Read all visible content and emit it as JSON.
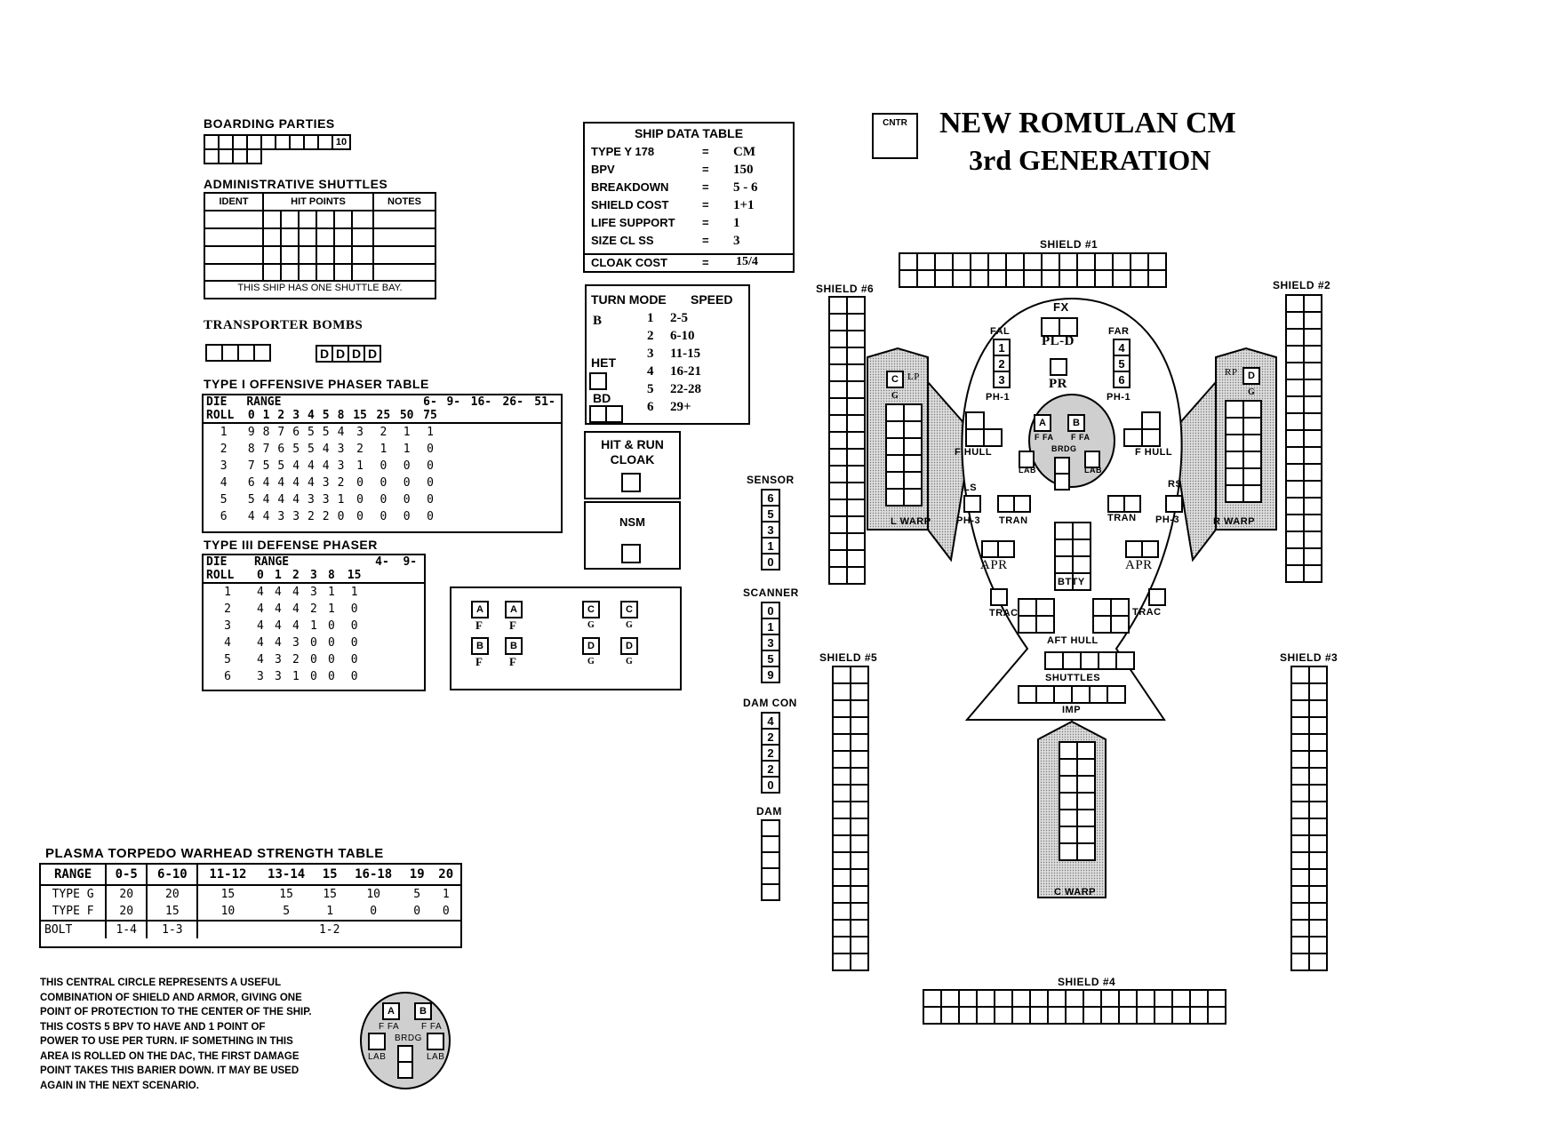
{
  "title": {
    "line1": "NEW  ROMULAN  CM",
    "line2": "3rd  GENERATION",
    "cntr": "CNTR"
  },
  "boarding": {
    "label": "BOARDING PARTIES",
    "count_marker": "10"
  },
  "admin_shuttles": {
    "label": "ADMINISTRATIVE SHUTTLES",
    "headers": [
      "IDENT",
      "HIT POINTS",
      "NOTES"
    ],
    "footer": "THIS SHIP HAS ONE SHUTTLE BAY."
  },
  "transporter_bombs": {
    "label": "TRANSPORTER BOMBS",
    "dummy": "D"
  },
  "phaser1": {
    "label": "TYPE I OFFENSIVE PHASER TABLE",
    "head1": [
      "DIE",
      "RANGE",
      "",
      "",
      "",
      "",
      "6-",
      "9-",
      "16-",
      "26-",
      "51-"
    ],
    "head2": [
      "ROLL",
      "0",
      "1",
      "2",
      "3",
      "4",
      "5",
      "8",
      "15",
      "25",
      "50",
      "75"
    ],
    "rows": [
      [
        "1",
        "9",
        "8",
        "7",
        "6",
        "5",
        "5",
        "4",
        "3",
        "2",
        "1",
        "1"
      ],
      [
        "2",
        "8",
        "7",
        "6",
        "5",
        "5",
        "4",
        "3",
        "2",
        "1",
        "1",
        "0"
      ],
      [
        "3",
        "7",
        "5",
        "5",
        "4",
        "4",
        "4",
        "3",
        "1",
        "0",
        "0",
        "0"
      ],
      [
        "4",
        "6",
        "4",
        "4",
        "4",
        "4",
        "3",
        "2",
        "0",
        "0",
        "0",
        "0"
      ],
      [
        "5",
        "5",
        "4",
        "4",
        "4",
        "3",
        "3",
        "1",
        "0",
        "0",
        "0",
        "0"
      ],
      [
        "6",
        "4",
        "4",
        "3",
        "3",
        "2",
        "2",
        "0",
        "0",
        "0",
        "0",
        "0"
      ]
    ]
  },
  "phaser3": {
    "label": "TYPE III DEFENSE PHASER",
    "head1": [
      "DIE",
      "RANGE",
      "",
      "",
      "4-",
      "9-"
    ],
    "head2": [
      "ROLL",
      "0",
      "1",
      "2",
      "3",
      "8",
      "15"
    ],
    "rows": [
      [
        "1",
        "4",
        "4",
        "4",
        "3",
        "1",
        "1"
      ],
      [
        "2",
        "4",
        "4",
        "4",
        "2",
        "1",
        "0"
      ],
      [
        "3",
        "4",
        "4",
        "4",
        "1",
        "0",
        "0"
      ],
      [
        "4",
        "4",
        "4",
        "3",
        "0",
        "0",
        "0"
      ],
      [
        "5",
        "4",
        "3",
        "2",
        "0",
        "0",
        "0"
      ],
      [
        "6",
        "3",
        "3",
        "1",
        "0",
        "0",
        "0"
      ]
    ]
  },
  "ship_data": {
    "title": "SHIP DATA TABLE",
    "rows": [
      {
        "k": "TYPE  Y  178",
        "v": "CM"
      },
      {
        "k": "BPV",
        "v": "150"
      },
      {
        "k": "BREAKDOWN",
        "v": "5 - 6"
      },
      {
        "k": "SHIELD COST",
        "v": "1+1"
      },
      {
        "k": "LIFE SUPPORT",
        "v": "1"
      },
      {
        "k": "SIZE CL  SS",
        "v": "3"
      }
    ],
    "cloak_k": "CLOAK COST",
    "cloak_v": "15/4",
    "eq": "="
  },
  "turn_mode": {
    "h1": "TURN MODE",
    "h2": "SPEED",
    "class": "B",
    "het": "HET",
    "bd": "BD",
    "rows": [
      {
        "m": "1",
        "s": "2-5"
      },
      {
        "m": "2",
        "s": "6-10"
      },
      {
        "m": "3",
        "s": "11-15"
      },
      {
        "m": "4",
        "s": "16-21"
      },
      {
        "m": "5",
        "s": "22-28"
      },
      {
        "m": "6",
        "s": "29+"
      }
    ]
  },
  "hit_run": {
    "l1": "HIT & RUN",
    "l2": "CLOAK"
  },
  "nsm": {
    "label": "NSM"
  },
  "weapons": {
    "a": "A",
    "b": "B",
    "c": "C",
    "d": "D",
    "f": "F",
    "g": "G"
  },
  "tracks": {
    "sensor": {
      "label": "SENSOR",
      "values": [
        "6",
        "5",
        "3",
        "1",
        "0"
      ]
    },
    "scanner": {
      "label": "SCANNER",
      "values": [
        "0",
        "1",
        "3",
        "5",
        "9"
      ]
    },
    "damcon": {
      "label": "DAM CON",
      "values": [
        "4",
        "2",
        "2",
        "2",
        "0"
      ]
    },
    "dam": {
      "label": "DAM"
    }
  },
  "shields": {
    "s1": "SHIELD #1",
    "s2": "SHIELD #2",
    "s3": "SHIELD #3",
    "s4": "SHIELD #4",
    "s5": "SHIELD #5",
    "s6": "SHIELD #6"
  },
  "ship": {
    "fx": "FX",
    "pld": "PL-D",
    "pr": "PR",
    "fal": "FAL",
    "far": "FAR",
    "ph1": "PH-1",
    "fhull": "F HULL",
    "lwarp": "L WARP",
    "rwarp": "R WARP",
    "ls": "LS",
    "rs": "RS",
    "ph3": "PH-3",
    "tran": "TRAN",
    "apr": "APR",
    "btty": "BTTY",
    "trac": "TRAC",
    "afthull": "AFT HULL",
    "shuttles": "SHUTTLES",
    "imp": "IMP",
    "cwarp": "C WARP",
    "lp": "LP",
    "rp": "RP",
    "fa": "F FA",
    "lab": "LAB",
    "brdg": "BRDG"
  },
  "plasma": {
    "label": "PLASMA TORPEDO WARHEAD STRENGTH TABLE",
    "headers": [
      "RANGE",
      "0-5",
      "6-10",
      "11-12",
      "13-14",
      "15",
      "16-18",
      "19",
      "20"
    ],
    "rows": [
      [
        "TYPE G",
        "20",
        "20",
        "15",
        "15",
        "15",
        "10",
        "5",
        "1"
      ],
      [
        "TYPE F",
        "20",
        "15",
        "10",
        "5",
        "1",
        "0",
        "0",
        "0"
      ]
    ],
    "bolt": [
      "BOLT",
      "1-4",
      "1-3",
      "1-2"
    ]
  },
  "note": {
    "lines": [
      "THIS CENTRAL CIRCLE REPRESENTS A USEFUL",
      "COMBINATION OF SHIELD AND ARMOR, GIVING ONE",
      "POINT OF PROTECTION TO THE CENTER OF THE SHIP.",
      "THIS COSTS 5 BPV TO HAVE AND 1 POINT OF",
      "POWER TO USE PER TURN.  IF SOMETHING IN THIS",
      "AREA IS ROLLED ON THE DAC, THE FIRST DAMAGE",
      "POINT TAKES THIS BARIER DOWN.  IT MAY BE USED",
      "AGAIN IN THE NEXT SCENARIO."
    ]
  }
}
